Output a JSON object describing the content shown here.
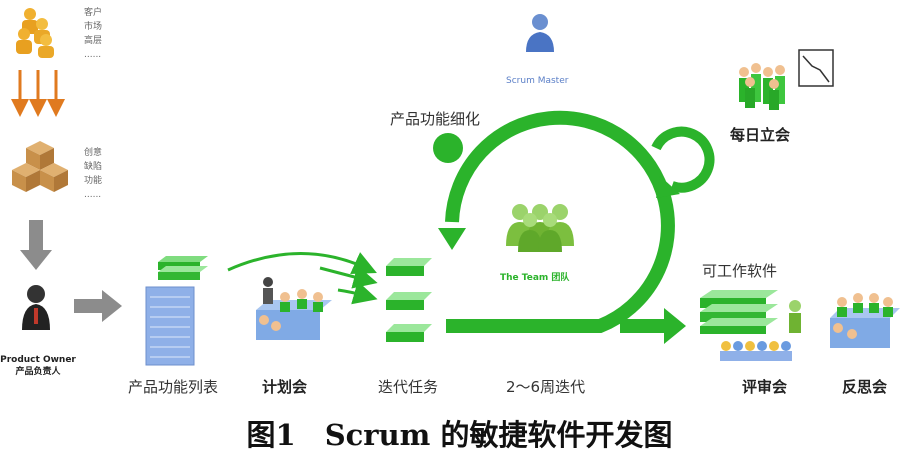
{
  "top_left": {
    "customer_label_lines": [
      "客户",
      "市场",
      "高层"
    ],
    "divider_1": "......",
    "features_label_lines": [
      "创意",
      "缺陷",
      "功能"
    ],
    "divider_2": "......"
  },
  "product_owner": {
    "line1": "Product Owner",
    "line2": "产品负责人"
  },
  "scrum_master": "Scrum Master",
  "refine_label": "产品功能细化",
  "daily_meeting": "每日立会",
  "team_label": "The Team 团队",
  "workable_software": "可工作软件",
  "bottom_labels": {
    "backlog": "产品功能列表",
    "planning": "计划会",
    "sprint_tasks": "迭代任务",
    "sprint_length": "2～6周迭代",
    "review": "评审会",
    "retrospective": "反思会"
  },
  "caption": "图1　Scrum 的敏捷软件开发图",
  "colors": {
    "green": "#2bb32b",
    "arrow_orange": "#e07a1f",
    "arrow_gray": "#8c8c8c",
    "blue_doc": "#8fb0e8"
  }
}
